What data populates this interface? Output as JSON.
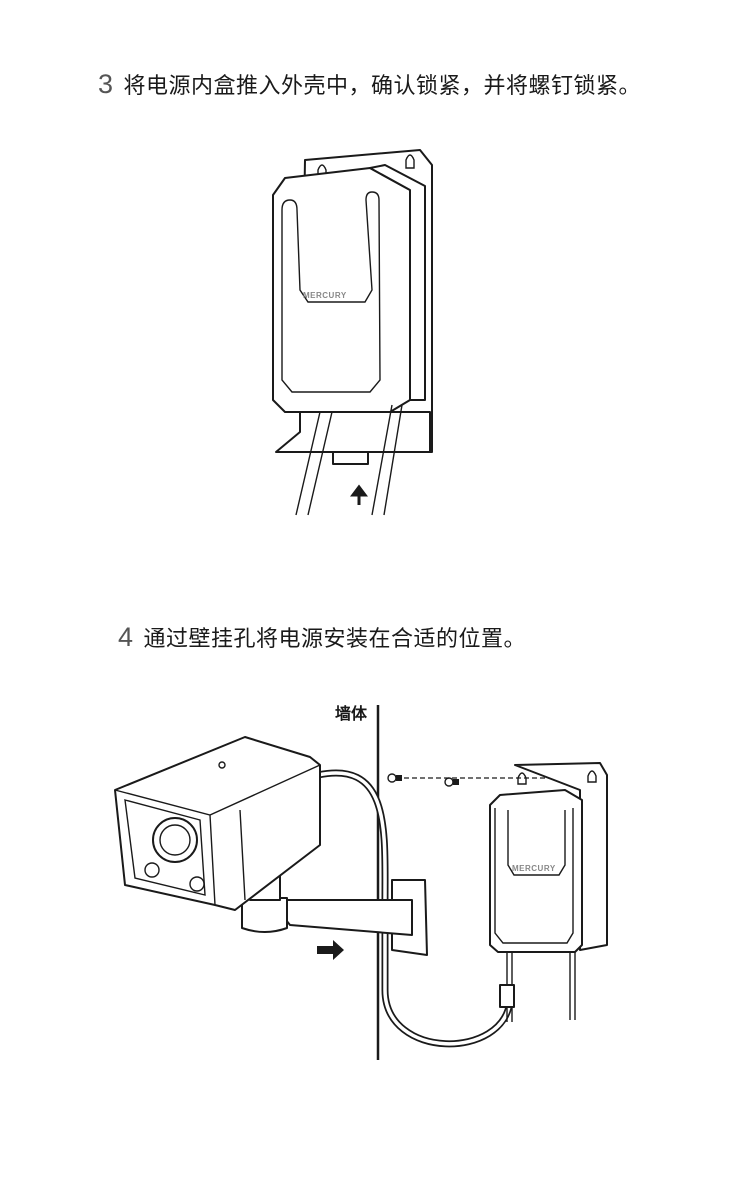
{
  "steps": [
    {
      "number": "3",
      "text": "将电源内盒推入外壳中，确认锁紧，并将螺钉锁紧。"
    },
    {
      "number": "4",
      "text": "通过壁挂孔将电源安装在合适的位置。"
    }
  ],
  "figure2": {
    "wall_label": "墙体"
  },
  "brand_logo": "MERCURY"
}
